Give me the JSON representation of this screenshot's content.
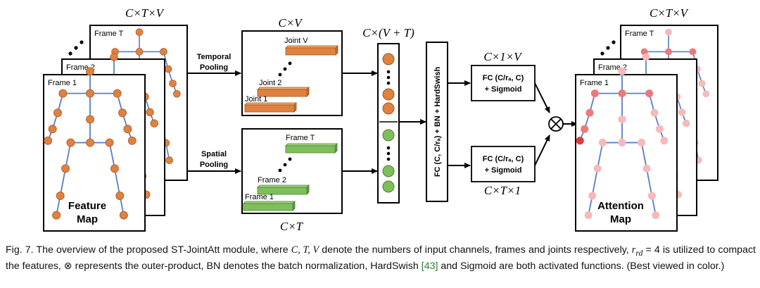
{
  "left_stack": {
    "dim_label": "C×T×V",
    "frame_labels": [
      "Frame T",
      "Frame 2",
      "Frame 1"
    ],
    "map_label_line1": "Feature",
    "map_label_line2": "Map"
  },
  "temporal_branch": {
    "arrow_label_line1": "Temporal",
    "arrow_label_line2": "Pooling",
    "dim_label": "C×V",
    "bar_labels": [
      "Joint V",
      "Joint 2",
      "Joint 1"
    ]
  },
  "spatial_branch": {
    "arrow_label_line1": "Spatial",
    "arrow_label_line2": "Pooling",
    "dim_label": "C×T",
    "bar_labels": [
      "Frame T",
      "Frame 2",
      "Frame 1"
    ]
  },
  "concat": {
    "dim_label": "C×(V + T)"
  },
  "fc_block": {
    "label": "FC (C, C/rₐ) + BN + HardSwish"
  },
  "top_fc": {
    "dim_label": "C×1×V",
    "line1": "FC (C/rₐ, C)",
    "line2": "+ Sigmoid"
  },
  "bottom_fc": {
    "dim_label": "C×T×1",
    "line1": "FC (C/rₐ, C)",
    "line2": "+ Sigmoid"
  },
  "outer_product_symbol": "⊗",
  "right_stack": {
    "dim_label": "C×T×V",
    "frame_labels": [
      "Frame T",
      "Frame 2",
      "Frame 1"
    ],
    "map_label_line1": "Attention",
    "map_label_line2": "Map"
  },
  "caption": {
    "part1": "Fig. 7. The overview of the proposed ST-JointAtt module, where ",
    "math_ctv": "C, T, V",
    "part2": " denote the numbers of input channels, frames and joints respectively, ",
    "math_r": "r",
    "math_r_sub": "rd",
    "math_r_eq": " = 4",
    "part3": " is utilized to compact the features, ⊗ represents the outer-product, BN denotes the batch normalization, HardSwish ",
    "ref": "[43]",
    "part4": " and Sigmoid are both activated functions. (Best viewed in color.)"
  },
  "colors": {
    "orange": "#e0813f",
    "green": "#7fbf5a",
    "bone": "#5b7fc9",
    "attention_strong": "#e23a3a",
    "attention_mid": "#ef7777",
    "attention_light": "#f7b9b9"
  }
}
